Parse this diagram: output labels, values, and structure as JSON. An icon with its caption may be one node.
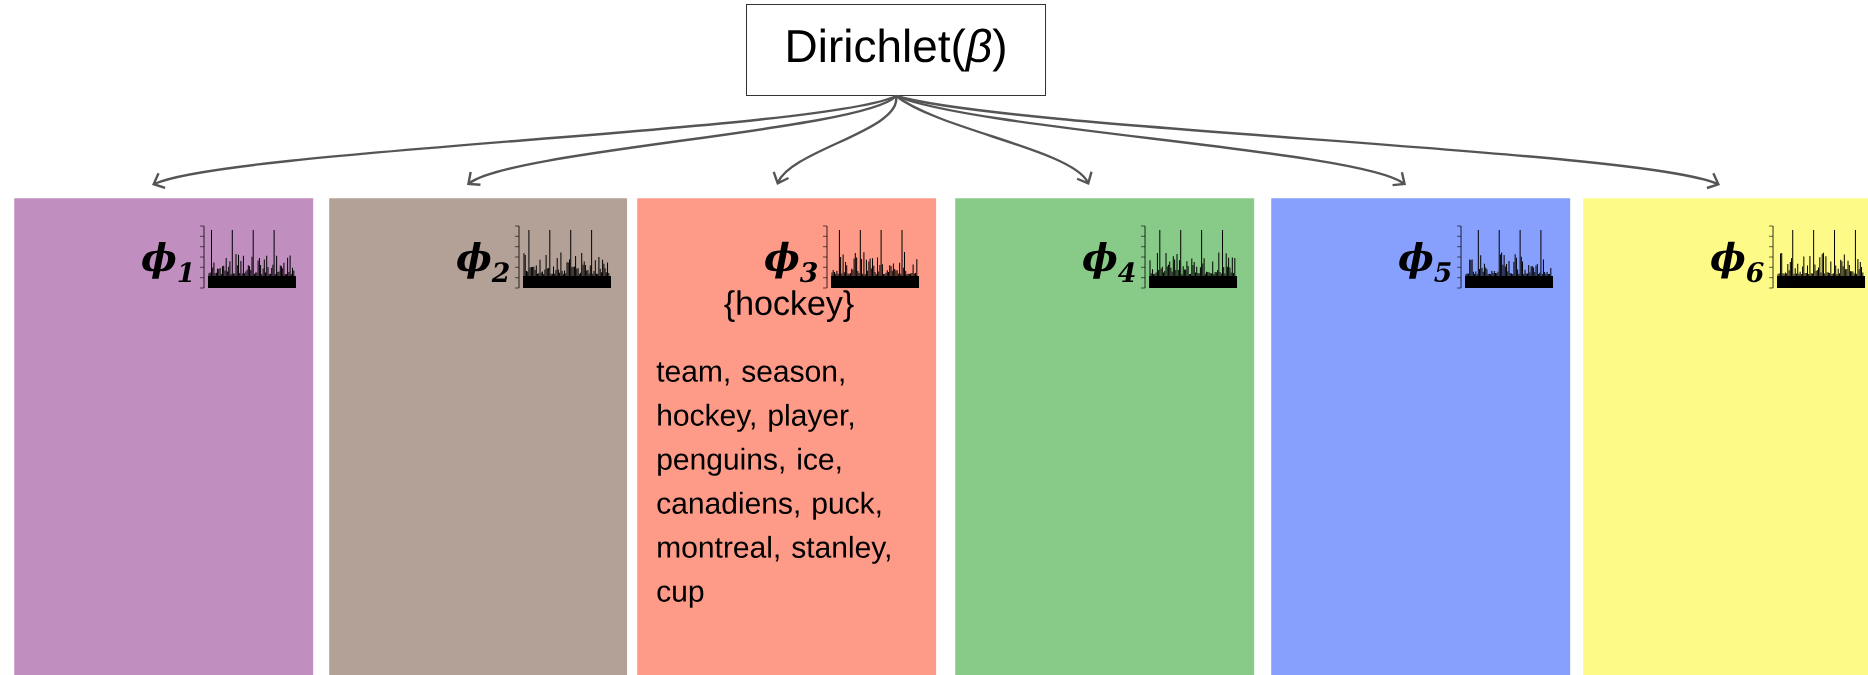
{
  "diagram": {
    "nodes": [
      {
        "text": [
          "Dirichlet(*β*)"
        ]
      },
      {
        "text": [
          "ϕ$_{1}$"
        ]
      },
      {
        "text": [
          "ϕ$_{2}$"
        ]
      },
      {
        "text": [
          "ϕ$_{3}$",
          "{hockey}",
          "team, season, hockey, player, penguins, ice, canadiens, puck, montreal, stanley, cup"
        ]
      },
      {
        "text": [
          "ϕ$_{4}$"
        ]
      },
      {
        "text": [
          "ϕ$_{5}$"
        ]
      },
      {
        "text": [
          "ϕ$_{6}$"
        ]
      }
    ],
    "edges": [
      {
        "from": 0,
        "to": 1,
        "arrow": "to"
      },
      {
        "from": 0,
        "to": 2,
        "arrow": "to"
      },
      {
        "from": 0,
        "to": 3,
        "arrow": "to"
      },
      {
        "from": 0,
        "to": 4,
        "arrow": "to"
      },
      {
        "from": 0,
        "to": 5,
        "arrow": "to"
      },
      {
        "from": 0,
        "to": 6,
        "arrow": "to"
      }
    ]
  }
}
